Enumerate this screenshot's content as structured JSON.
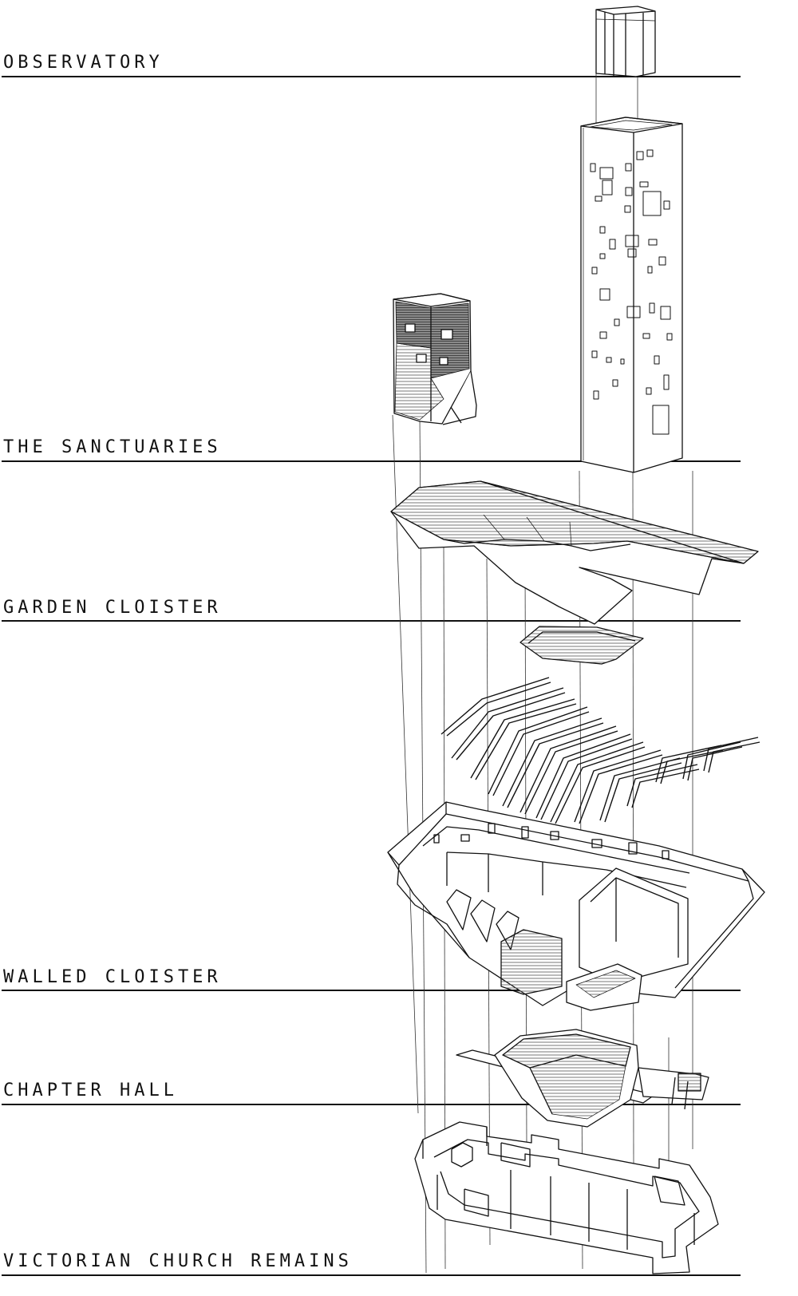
{
  "diagram": {
    "levels": [
      {
        "id": "observatory",
        "label": "OBSERVATORY"
      },
      {
        "id": "sanctuaries",
        "label": "THE SANCTUARIES"
      },
      {
        "id": "garden-cloister",
        "label": "GARDEN CLOISTER"
      },
      {
        "id": "walled-cloister",
        "label": "WALLED CLOISTER"
      },
      {
        "id": "chapter-hall",
        "label": "CHAPTER HALL"
      },
      {
        "id": "victorian-church",
        "label": "VICTORIAN CHURCH REMAINS"
      }
    ],
    "colors": {
      "ink": "#111111",
      "hatch": "#555555",
      "paper": "#ffffff"
    }
  }
}
